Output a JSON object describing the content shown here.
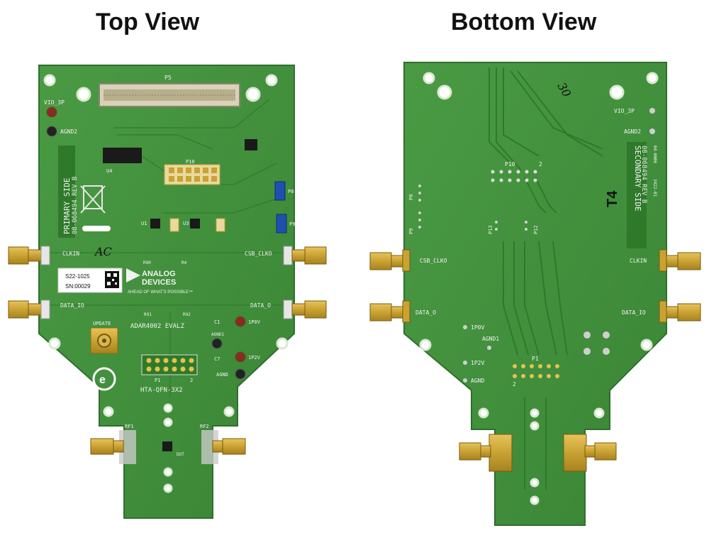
{
  "headings": {
    "top": "Top View",
    "bottom": "Bottom View"
  },
  "top": {
    "connector_label": "P5",
    "header_label": "P10",
    "vio": "VIO_3P",
    "agnd2": "AGND2",
    "primary_side": "PRIMARY SIDE",
    "part_number": "08-068494 REV B",
    "clkin": "CLKIN",
    "csb_clko": "CSB_CLKO",
    "data_io": "DATA_IO",
    "data_o": "DATA_O",
    "serial_1": "S22-1025",
    "serial_2": "SN:00029",
    "brand_1": "ANALOG",
    "brand_2": "DEVICES",
    "tagline": "AHEAD OF WHAT'S POSSIBLE™",
    "board_name": "ADAR4002 EVALZ",
    "update": "UPDATE",
    "p1v0": "1P0V",
    "agnd1": "AGND1",
    "p1v2": "1P2V",
    "agnd": "AGND",
    "p1": "P1",
    "pin2": "2",
    "hta": "HTA-QFN-3X2",
    "rf1": "RF1",
    "rf2": "RF2",
    "dut": "DUT",
    "u4": "U4",
    "u1": "U1",
    "u3": "U3",
    "p8": "P8",
    "p9": "P9",
    "r90": "R90",
    "r4": "R4",
    "r91": "R91",
    "r92": "R92",
    "c1": "C1",
    "c7": "C7",
    "handwriting": "AC"
  },
  "bottom": {
    "vio": "VIO_3P",
    "agnd2": "AGND2",
    "secondary_side": "SECONDARY SIDE",
    "part_number": "08-068494 REV B",
    "csb_clko": "CSB_CLKO",
    "clkin": "CLKIN",
    "data_o": "DATA_O",
    "data_io": "DATA_IO",
    "p10": "P10",
    "pin2": "2",
    "p8": "P8",
    "p9": "P9",
    "p13": "P13",
    "p12": "P12",
    "p1v0": "1P0V",
    "agnd1": "AGND1",
    "p1v2": "1P2V",
    "agnd": "AGND",
    "p1": "P1",
    "code": "3422-01",
    "code2": "04-0006",
    "handwriting_1": "T4",
    "handwriting_2": "30"
  },
  "colors": {
    "pcb": "#3f8f3a",
    "pcb_edge": "#2f6f2c",
    "gold": "#c9a233",
    "silk": "#f2f2f2"
  }
}
